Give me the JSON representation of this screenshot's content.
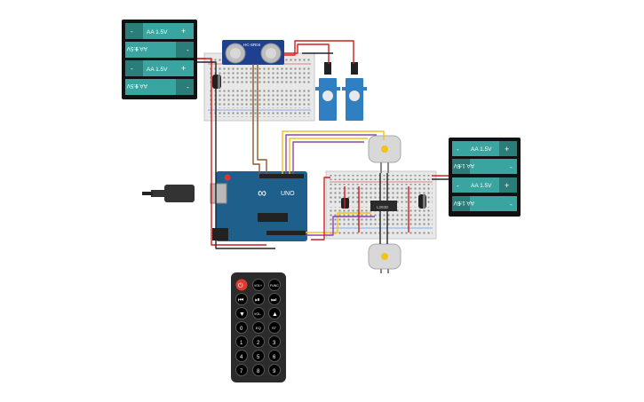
{
  "battery_packs": [
    {
      "cells": [
        {
          "label": "AA 1.5V",
          "flipped": false
        },
        {
          "label": "AA 1.5V",
          "flipped": true
        },
        {
          "label": "AA 1.5V",
          "flipped": false
        },
        {
          "label": "AA 1.5V",
          "flipped": true
        }
      ]
    },
    {
      "cells": [
        {
          "label": "AA 1.5V",
          "flipped": false
        },
        {
          "label": "AA 1.5V",
          "flipped": true
        },
        {
          "label": "AA 1.5V",
          "flipped": false
        },
        {
          "label": "AA 1.5V",
          "flipped": true
        }
      ]
    }
  ],
  "battery_terminals": {
    "negative": "-",
    "positive": "+"
  },
  "ultrasonic_sensor": {
    "label": "HC-SR04"
  },
  "arduino": {
    "brand": "UNO",
    "logo_text": "∞"
  },
  "motor_driver": {
    "label": "L293D"
  },
  "remote": {
    "top_row": [
      "⏻",
      "VOL+",
      "FUNC"
    ],
    "row2": [
      "⏮",
      "⏯",
      "⏭"
    ],
    "row3": [
      "▼",
      "VOL-",
      "▲"
    ],
    "row4": [
      "0",
      "EQ",
      "ST"
    ],
    "digits": [
      "1",
      "2",
      "3",
      "4",
      "5",
      "6",
      "7",
      "8",
      "9"
    ]
  },
  "colors": {
    "wire_red": "#d11f1f",
    "wire_black": "#222222",
    "wire_yellow": "#f2c21b",
    "wire_purple": "#8e44ad",
    "wire_brown": "#8a5a2b",
    "battery_green": "#3aa5a0",
    "arduino_blue": "#1f5f8b",
    "servo_blue": "#2f7fc1",
    "remote_body": "#2b2b2b",
    "power_button": "#e23b2e"
  }
}
